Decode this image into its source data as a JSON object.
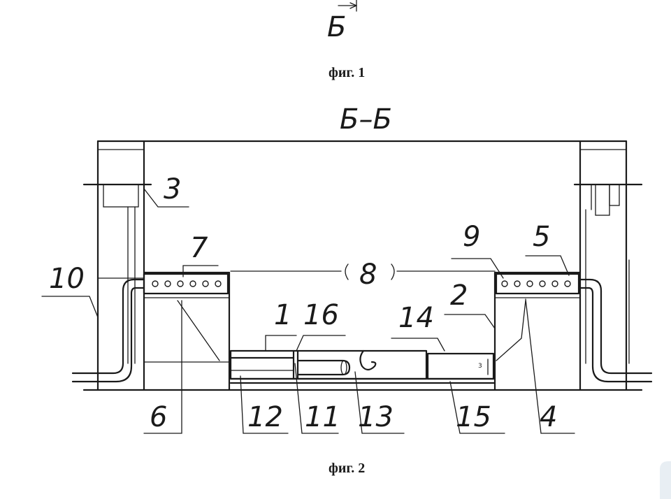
{
  "section_marker": "Б",
  "fig1_caption": "фиг. 1",
  "section_title": "Б–Б",
  "fig2_caption": "фиг. 2",
  "small_label": "3",
  "labels": [
    {
      "id": "label-1",
      "text": "1"
    },
    {
      "id": "label-2",
      "text": "2"
    },
    {
      "id": "label-3",
      "text": "3"
    },
    {
      "id": "label-4",
      "text": "4"
    },
    {
      "id": "label-5",
      "text": "5"
    },
    {
      "id": "label-6",
      "text": "6"
    },
    {
      "id": "label-7",
      "text": "7"
    },
    {
      "id": "label-8",
      "text": "8"
    },
    {
      "id": "label-9",
      "text": "9"
    },
    {
      "id": "label-10",
      "text": "10"
    },
    {
      "id": "label-11",
      "text": "11"
    },
    {
      "id": "label-12",
      "text": "12"
    },
    {
      "id": "label-13",
      "text": "13"
    },
    {
      "id": "label-14",
      "text": "14"
    },
    {
      "id": "label-15",
      "text": "15"
    },
    {
      "id": "label-16",
      "text": "16"
    }
  ]
}
